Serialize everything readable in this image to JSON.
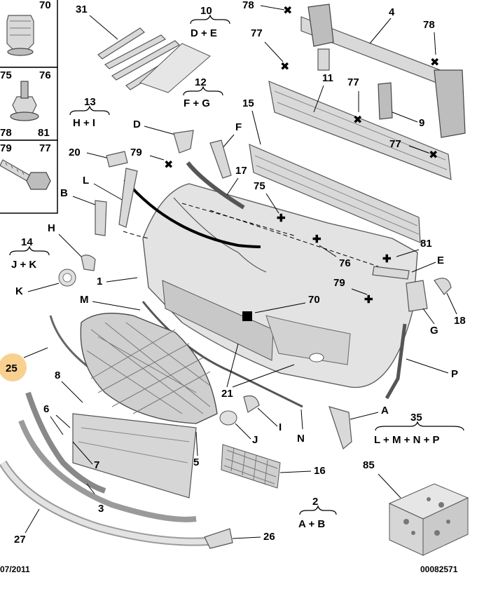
{
  "inset": {
    "c70": "70",
    "c75": "75",
    "c76": "76",
    "c78": "78",
    "c81": "81",
    "c79": "79",
    "c77": "77"
  },
  "labels": {
    "p31": "31",
    "p10": "10",
    "p10_combo": "D + E",
    "p78a": "78",
    "p4": "4",
    "p77a": "77",
    "p78b": "78",
    "p12": "12",
    "p12_combo": "F + G",
    "p13": "13",
    "p13_combo": "H + I",
    "p11": "11",
    "p77b": "77",
    "p15": "15",
    "p9": "9",
    "pD": "D",
    "pF": "F",
    "p77c": "77",
    "p20": "20",
    "p79a": "79",
    "pL": "L",
    "p17": "17",
    "pB": "B",
    "p75": "75",
    "pH": "H",
    "p14": "14",
    "p14_combo": "J + K",
    "p81": "81",
    "p76": "76",
    "pE": "E",
    "pK": "K",
    "p1": "1",
    "p79b": "79",
    "pM": "M",
    "p70": "70",
    "p18": "18",
    "pG": "G",
    "p25": "25",
    "pP": "P",
    "p8": "8",
    "p21": "21",
    "p6": "6",
    "pA": "A",
    "p35": "35",
    "p35_combo": "L + M + N + P",
    "pI": "I",
    "pJ": "J",
    "pN": "N",
    "p5": "5",
    "p7": "7",
    "p16": "16",
    "p85": "85",
    "p3": "3",
    "p2": "2",
    "p2_combo": "A + B",
    "p27": "27",
    "p26": "26"
  },
  "footer": {
    "date": "07/2011",
    "ref": "00082571"
  },
  "colors": {
    "highlight": "#f8d08f",
    "part_fill": "#d9d9d9",
    "part_stroke": "#555555"
  },
  "icons": {
    "fastener_marker": "x-mark-icon",
    "plus_marker": "plus-icon",
    "square_marker": "square-icon"
  }
}
